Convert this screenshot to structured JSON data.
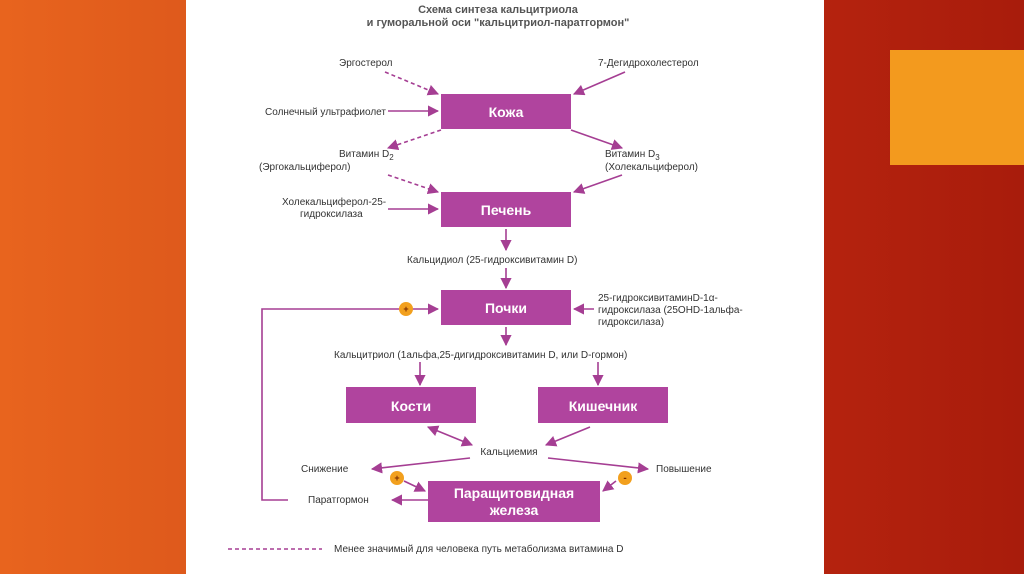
{
  "title_line1": "Схема синтеза кальцитриола",
  "title_line2": "и гуморальной оси \"кальцитриол-паратгормон\"",
  "nodes": {
    "skin": "Кожа",
    "liver": "Печень",
    "kidneys": "Почки",
    "bones": "Кости",
    "intestine": "Кишечник",
    "parathyroid_line1": "Паращитовидная",
    "parathyroid_line2": "железа"
  },
  "labels": {
    "ergosterol": "Эргостерол",
    "dehydrocholesterol": "7-Дегидрохолестерол",
    "sunlight": "Солнечный ультрафиолет",
    "vitd2_line1": "Витамин D",
    "vitd2_sub": "2",
    "vitd2_line2": "(Эргокальциферол)",
    "vitd3_line1": "Витамин D",
    "vitd3_sub": "3",
    "vitd3_line2": "(Холекальциферол)",
    "hydroxylase25_line1": "Холекальциферол-25-",
    "hydroxylase25_line2": "гидроксилаза",
    "calcidiol": "Кальцидиол (25-гидроксивитамин D)",
    "hydroxylase1a_line1": "25-гидроксивитаминD-1α-",
    "hydroxylase1a_line2": "гидроксилаза (25OHD-1альфа-",
    "hydroxylase1a_line3": "гидроксилаза)",
    "calcitriol": "Кальцитриол (1альфа,25-дигидроксивитамин D, или D-гормон)",
    "calcemia": "Кальциемия",
    "decrease": "Снижение",
    "increase": "Повышение",
    "parathormone": "Паратгормон",
    "plus": "+",
    "minus": "-",
    "legend": "Менее значимый для человека путь метаболизма витамина D"
  },
  "colors": {
    "box": "#b0449e",
    "arrow": "#a53e93",
    "badge": "#f2a01e",
    "text": "#333333",
    "title": "#555555"
  }
}
